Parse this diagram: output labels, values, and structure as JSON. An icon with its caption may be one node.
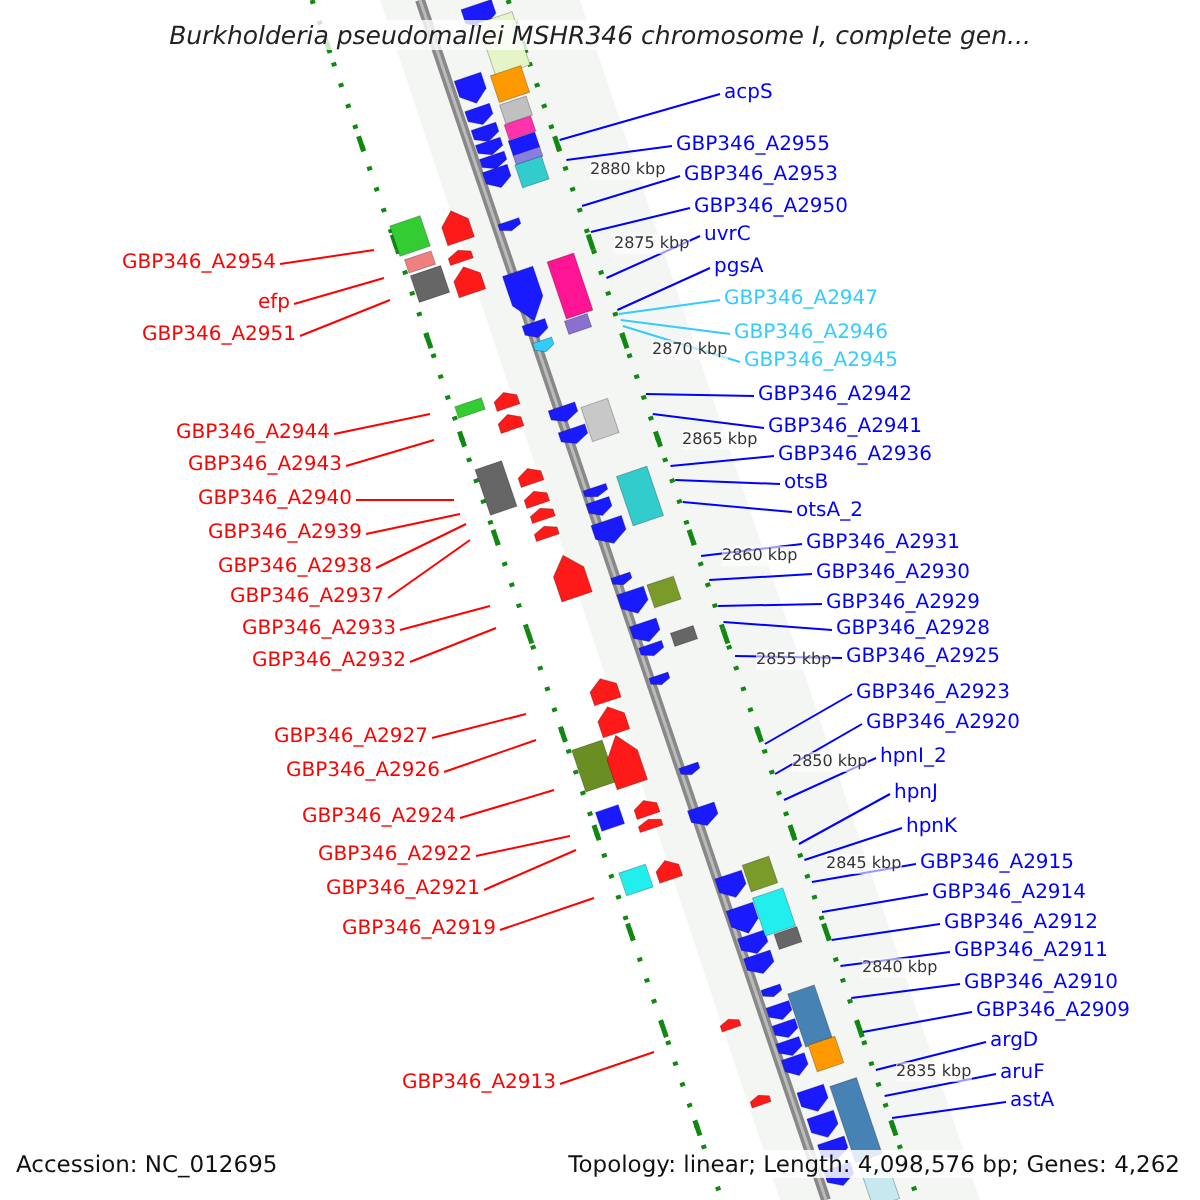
{
  "diagram": {
    "title": "Burkholderia pseudomallei MSHR346 chromosome I, complete gen...",
    "nodes": [
      {
        "text": [
          "GBP346_A2954"
        ]
      },
      {
        "text": [
          "efp"
        ]
      },
      {
        "text": [
          "GBP346_A2951"
        ]
      },
      {
        "text": [
          "GBP346_A2944"
        ]
      },
      {
        "text": [
          "GBP346_A2943"
        ]
      },
      {
        "text": [
          "GBP346_A2940"
        ]
      },
      {
        "text": [
          "GBP346_A2939"
        ]
      },
      {
        "text": [
          "GBP346_A2938"
        ]
      },
      {
        "text": [
          "GBP346_A2937"
        ]
      },
      {
        "text": [
          "GBP346_A2933"
        ]
      },
      {
        "text": [
          "GBP346_A2932"
        ]
      },
      {
        "text": [
          "GBP346_A2927"
        ]
      },
      {
        "text": [
          "GBP346_A2926"
        ]
      },
      {
        "text": [
          "GBP346_A2924"
        ]
      },
      {
        "text": [
          "GBP346_A2922"
        ]
      },
      {
        "text": [
          "GBP346_A2921"
        ]
      },
      {
        "text": [
          "GBP346_A2919"
        ]
      },
      {
        "text": [
          "GBP346_A2913"
        ]
      },
      {
        "text": [
          "acpS"
        ]
      },
      {
        "text": [
          "GBP346_A2955"
        ]
      },
      {
        "text": [
          "GBP346_A2953"
        ]
      },
      {
        "text": [
          "GBP346_A2950"
        ]
      },
      {
        "text": [
          "uvrC"
        ]
      },
      {
        "text": [
          "pgsA"
        ]
      },
      {
        "text": [
          "GBP346_A2947"
        ]
      },
      {
        "text": [
          "GBP346_A2946"
        ]
      },
      {
        "text": [
          "GBP346_A2945"
        ]
      },
      {
        "text": [
          "GBP346_A2942"
        ]
      },
      {
        "text": [
          "GBP346_A2941"
        ]
      },
      {
        "text": [
          "GBP346_A2936"
        ]
      },
      {
        "text": [
          "otsB"
        ]
      },
      {
        "text": [
          "otsA_2"
        ]
      },
      {
        "text": [
          "GBP346_A2931"
        ]
      },
      {
        "text": [
          "GBP346_A2930"
        ]
      },
      {
        "text": [
          "GBP346_A2929"
        ]
      },
      {
        "text": [
          "GBP346_A2928"
        ]
      },
      {
        "text": [
          "GBP346_A2925"
        ]
      },
      {
        "text": [
          "GBP346_A2923"
        ]
      },
      {
        "text": [
          "GBP346_A2920"
        ]
      },
      {
        "text": [
          "hpnI_2"
        ]
      },
      {
        "text": [
          "hpnJ"
        ]
      },
      {
        "text": [
          "hpnK"
        ]
      },
      {
        "text": [
          "GBP346_A2915"
        ]
      },
      {
        "text": [
          "GBP346_A2914"
        ]
      },
      {
        "text": [
          "GBP346_A2912"
        ]
      },
      {
        "text": [
          "GBP346_A2911"
        ]
      },
      {
        "text": [
          "GBP346_A2910"
        ]
      },
      {
        "text": [
          "GBP346_A2909"
        ]
      },
      {
        "text": [
          "argD"
        ]
      },
      {
        "text": [
          "aruF"
        ]
      },
      {
        "text": [
          "astA"
        ]
      }
    ],
    "edges": [
      {
        "from": 0,
        "to": null,
        "arrow": "none",
        "color": "#ff0000"
      },
      {
        "from": 1,
        "to": null,
        "arrow": "none",
        "color": "#ff0000"
      },
      {
        "from": 2,
        "to": null,
        "arrow": "none",
        "color": "#ff0000"
      },
      {
        "from": 3,
        "to": null,
        "arrow": "none",
        "color": "#ff0000"
      },
      {
        "from": 4,
        "to": null,
        "arrow": "none",
        "color": "#ff0000"
      },
      {
        "from": 5,
        "to": null,
        "arrow": "none",
        "color": "#ff0000"
      },
      {
        "from": 6,
        "to": null,
        "arrow": "none",
        "color": "#ff0000"
      },
      {
        "from": 7,
        "to": null,
        "arrow": "none",
        "color": "#ff0000"
      },
      {
        "from": 8,
        "to": null,
        "arrow": "none",
        "color": "#ff0000"
      },
      {
        "from": 9,
        "to": null,
        "arrow": "none",
        "color": "#ff0000"
      },
      {
        "from": 10,
        "to": null,
        "arrow": "none",
        "color": "#ff0000"
      },
      {
        "from": 11,
        "to": null,
        "arrow": "none",
        "color": "#ff0000"
      },
      {
        "from": 12,
        "to": null,
        "arrow": "none",
        "color": "#ff0000"
      },
      {
        "from": 13,
        "to": null,
        "arrow": "none",
        "color": "#ff0000"
      },
      {
        "from": 14,
        "to": null,
        "arrow": "none",
        "color": "#ff0000"
      },
      {
        "from": 15,
        "to": null,
        "arrow": "none",
        "color": "#ff0000"
      },
      {
        "from": 16,
        "to": null,
        "arrow": "none",
        "color": "#ff0000"
      },
      {
        "from": 17,
        "to": null,
        "arrow": "none",
        "color": "#ff0000"
      },
      {
        "from": 18,
        "to": null,
        "arrow": "none"
      },
      {
        "from": 19,
        "to": null,
        "arrow": "none"
      },
      {
        "from": 20,
        "to": null,
        "arrow": "none"
      },
      {
        "from": 21,
        "to": null,
        "arrow": "none"
      },
      {
        "from": 22,
        "to": null,
        "arrow": "none"
      },
      {
        "from": 23,
        "to": null,
        "arrow": "none"
      },
      {
        "from": 24,
        "to": null,
        "arrow": "none",
        "color": "#33ccff"
      },
      {
        "from": 25,
        "to": null,
        "arrow": "none",
        "color": "#33ccff"
      },
      {
        "from": 26,
        "to": null,
        "arrow": "none",
        "color": "#33ccff"
      },
      {
        "from": 27,
        "to": null,
        "arrow": "none"
      },
      {
        "from": 28,
        "to": null,
        "arrow": "none"
      },
      {
        "from": 29,
        "to": null,
        "arrow": "none"
      },
      {
        "from": 30,
        "to": null,
        "arrow": "none"
      },
      {
        "from": 31,
        "to": null,
        "arrow": "none"
      },
      {
        "from": 32,
        "to": null,
        "arrow": "none"
      },
      {
        "from": 33,
        "to": null,
        "arrow": "none"
      },
      {
        "from": 34,
        "to": null,
        "arrow": "none"
      },
      {
        "from": 35,
        "to": null,
        "arrow": "none"
      },
      {
        "from": 36,
        "to": null,
        "arrow": "none"
      },
      {
        "from": 37,
        "to": null,
        "arrow": "none"
      },
      {
        "from": 38,
        "to": null,
        "arrow": "none"
      },
      {
        "from": 39,
        "to": null,
        "arrow": "none"
      },
      {
        "from": 40,
        "to": null,
        "arrow": "none"
      },
      {
        "from": 41,
        "to": null,
        "arrow": "none"
      },
      {
        "from": 42,
        "to": null,
        "arrow": "none"
      },
      {
        "from": 43,
        "to": null,
        "arrow": "none"
      },
      {
        "from": 44,
        "to": null,
        "arrow": "none"
      },
      {
        "from": 45,
        "to": null,
        "arrow": "none"
      },
      {
        "from": 46,
        "to": null,
        "arrow": "none"
      },
      {
        "from": 47,
        "to": null,
        "arrow": "none"
      },
      {
        "from": 48,
        "to": null,
        "arrow": "none"
      },
      {
        "from": 49,
        "to": null,
        "arrow": "none"
      },
      {
        "from": 50,
        "to": null,
        "arrow": "none"
      }
    ],
    "labels": [
      "2880 kbp",
      "2875 kbp",
      "2870 kbp",
      "2865 kbp",
      "2860 kbp",
      "2855 kbp",
      "2850 kbp",
      "2845 kbp",
      "2840 kbp",
      "2835 kbp",
      "Accession: NC_012695",
      "Topology: linear; Length: 4,098,576 bp; Genes: 4,262"
    ]
  }
}
